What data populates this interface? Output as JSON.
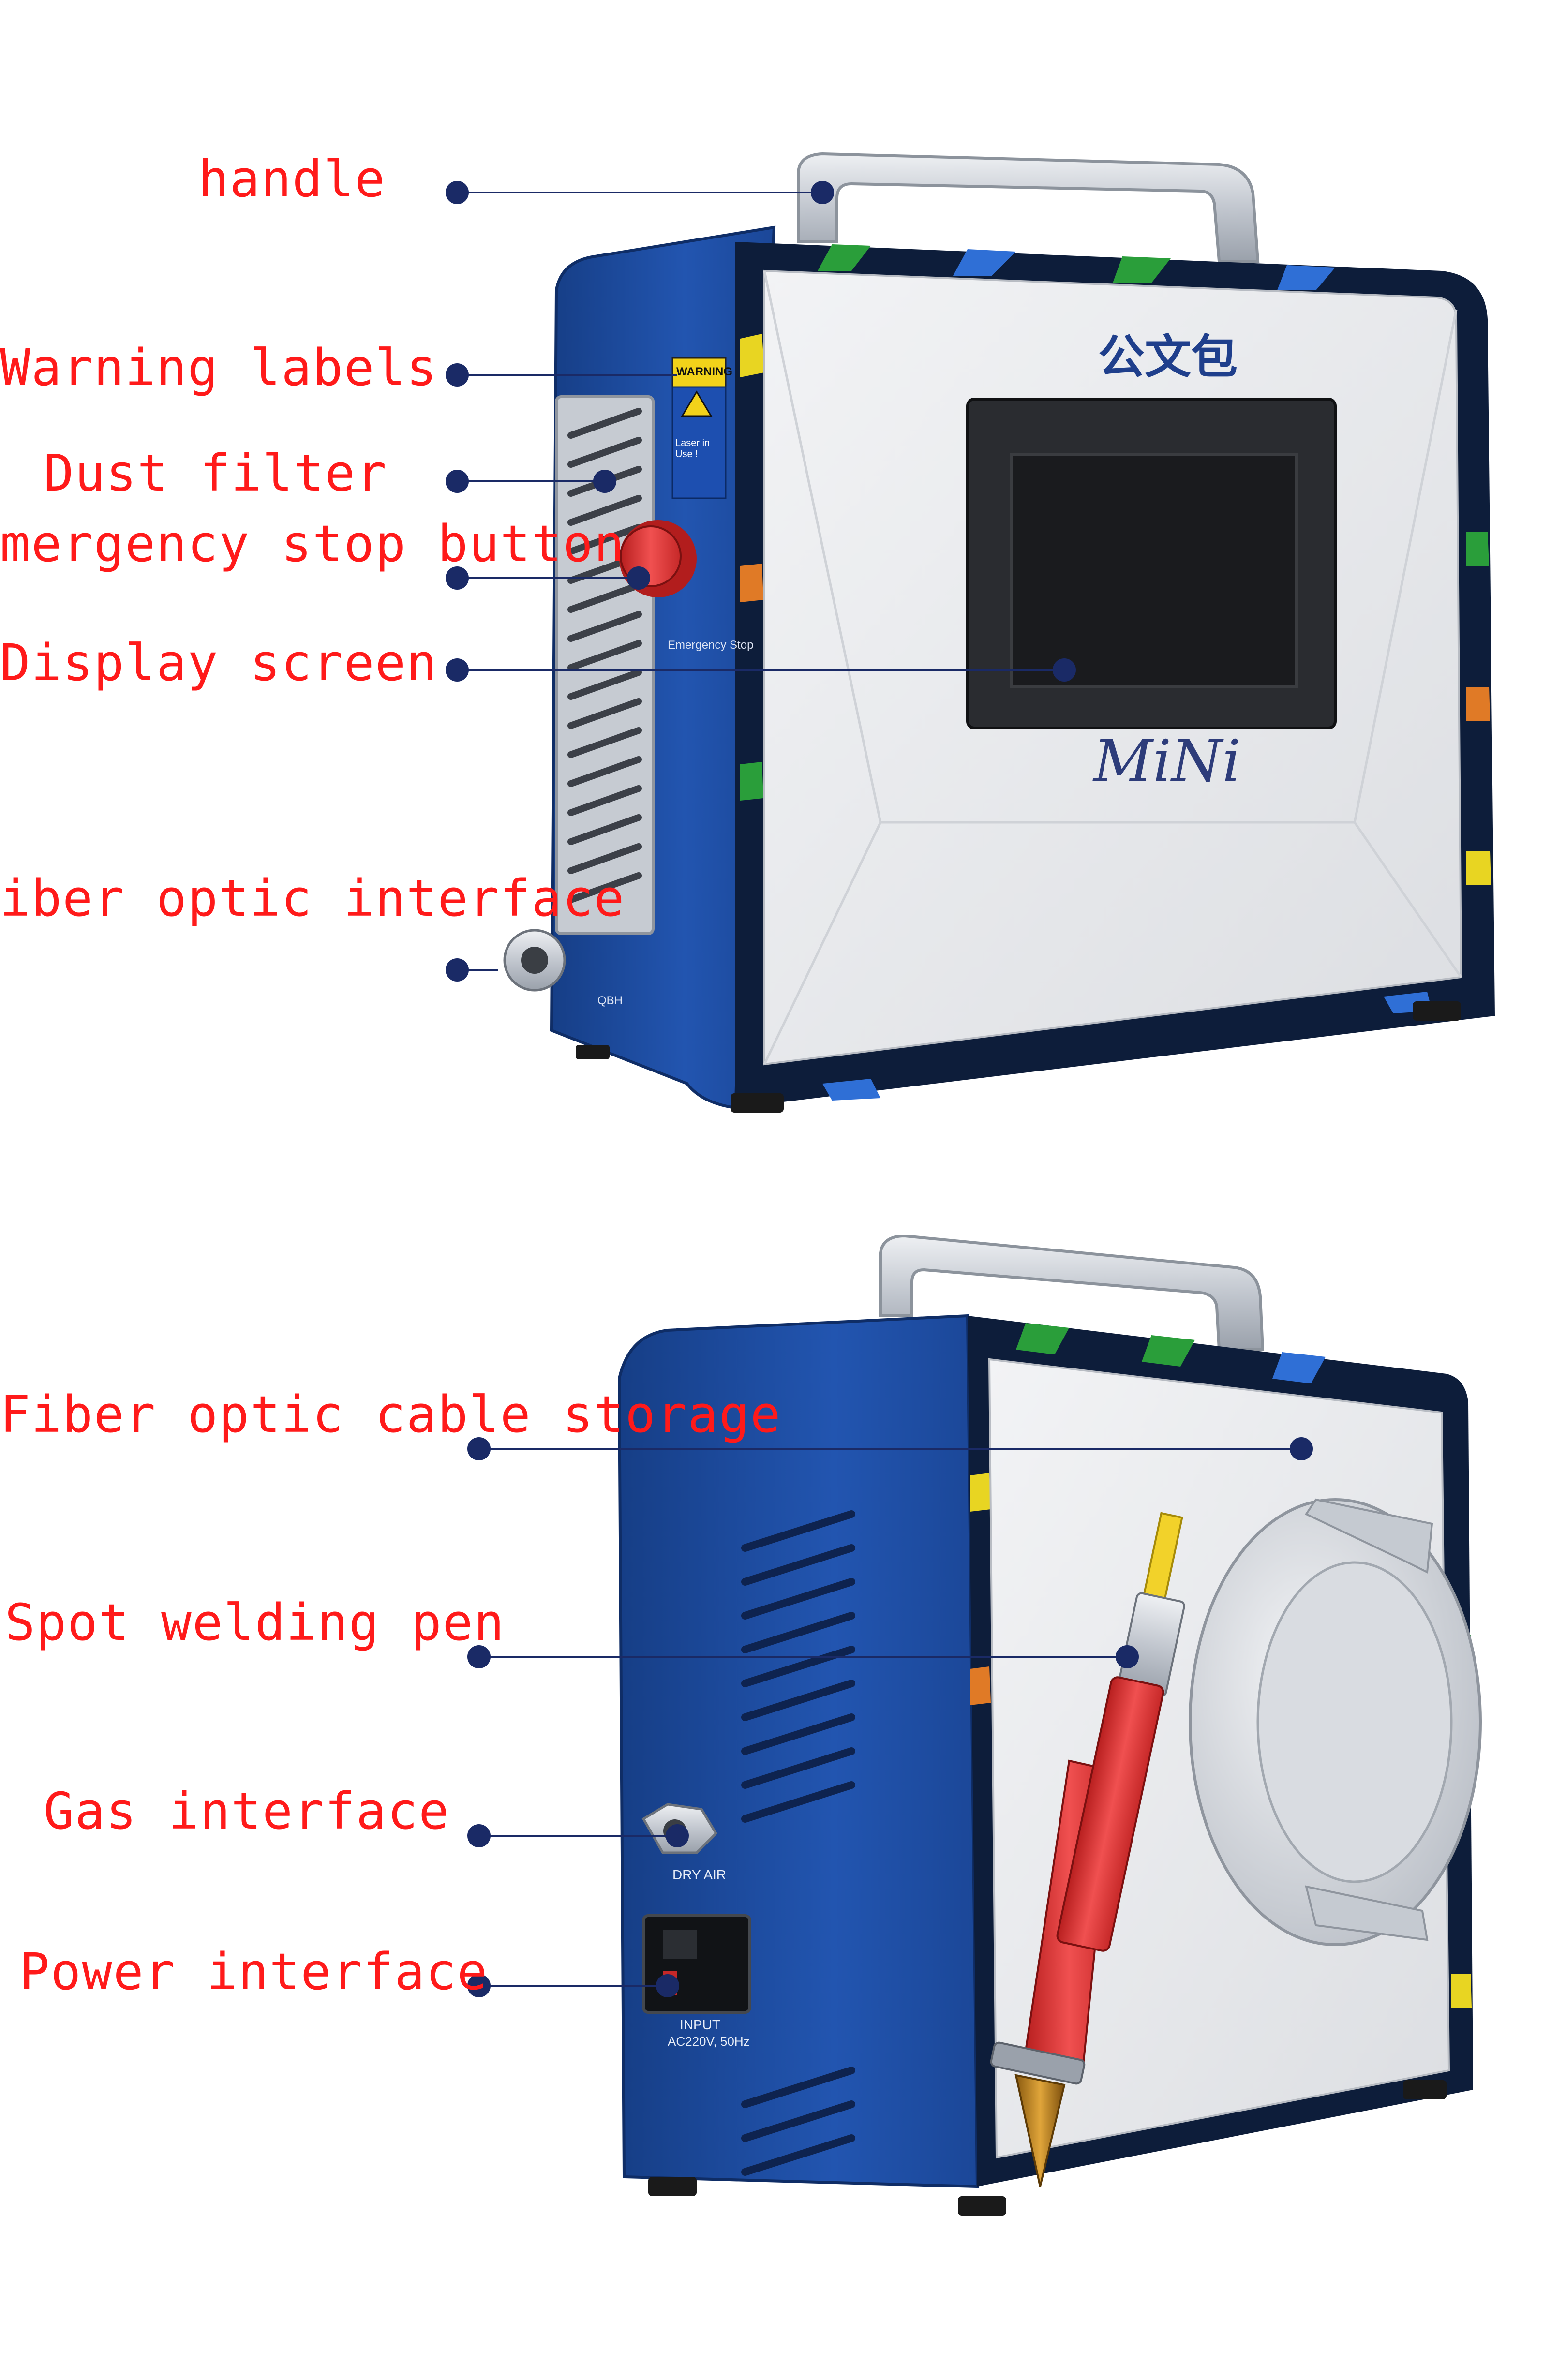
{
  "colors": {
    "label_text": "#ff1a1a",
    "leader_line": "#1a2a66",
    "body_blue": "#1f4fa3",
    "panel_white": "#e8e9eb",
    "handle_silver": "#c9ced6",
    "pen_red": "#e23b3b"
  },
  "top_view": {
    "labels": {
      "handle": "handle",
      "warning_labels": "Warning labels",
      "dust_filter": "Dust filter",
      "emergency_stop": "mergency stop button",
      "display_screen": "Display screen",
      "fiber_optic_interface": "iber optic interface"
    },
    "device": {
      "brand_logo": "公文包",
      "model_name": "MiNi",
      "warning_sticker_title": "WARNING",
      "laser_notice": "Laser in Use !",
      "emergency_caption": "Emergency Stop",
      "fiber_port_caption": "QBH"
    }
  },
  "bottom_view": {
    "labels": {
      "cable_storage": "Fiber optic cable storage",
      "welding_pen": "Spot welding pen",
      "gas_interface": "Gas interface",
      "power_interface": "Power interface"
    },
    "device": {
      "gas_caption": "DRY AIR",
      "power_caption": "INPUT",
      "power_rating": "AC220V, 50Hz"
    }
  }
}
